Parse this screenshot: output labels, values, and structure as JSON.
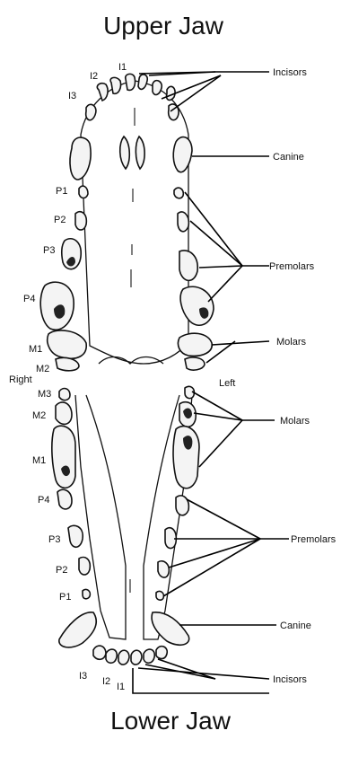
{
  "upper": {
    "title": "Upper Jaw",
    "tooth_labels": [
      "I1",
      "I2",
      "I3",
      "P1",
      "P2",
      "P3",
      "P4",
      "M1",
      "M2"
    ],
    "callouts": [
      "Incisors",
      "Canine",
      "Premolars",
      "Molars"
    ]
  },
  "sides": {
    "right": "Right",
    "left": "Left"
  },
  "lower": {
    "title": "Lower Jaw",
    "tooth_labels": [
      "M3",
      "M2",
      "M1",
      "P4",
      "P3",
      "P2",
      "P1",
      "I3",
      "I2",
      "I1"
    ],
    "callouts": [
      "Molars",
      "Premolars",
      "Canine",
      "Incisors"
    ]
  }
}
